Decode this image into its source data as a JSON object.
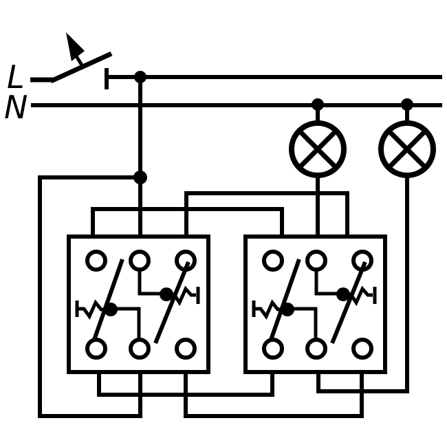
{
  "diagram": {
    "labels": {
      "live": "L",
      "neutral": "N"
    },
    "colors": {
      "ink": "#000000",
      "background": "#ffffff"
    },
    "lamp_count": 2,
    "switch_unit_count": 2,
    "terminals_per_unit": 6,
    "junction_dot_count": 4
  }
}
